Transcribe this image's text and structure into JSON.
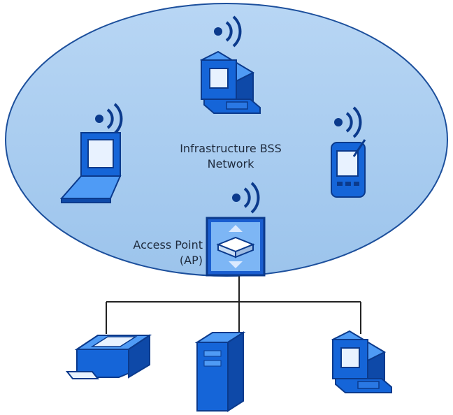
{
  "network": {
    "title_line1": "Infrastructure BSS",
    "title_line2": "Network"
  },
  "access_point": {
    "label_line1": "Access Point",
    "label_line2": "(AP)"
  },
  "colors": {
    "ellipse_fill": "#a9cdf0",
    "ellipse_stroke": "#1c4f9c",
    "device_dark": "#0b3a8c",
    "device_mid": "#1565d8",
    "device_light": "#4f9bf5",
    "screen": "#e8f2ff",
    "wire": "#222222"
  },
  "icons": {
    "workstation": "desktop-computer-icon",
    "laptop": "laptop-icon",
    "pda": "pda-icon",
    "access_point": "access-point-icon",
    "printer": "printer-icon",
    "server": "server-icon",
    "wireless": "wireless-signal-icon"
  }
}
